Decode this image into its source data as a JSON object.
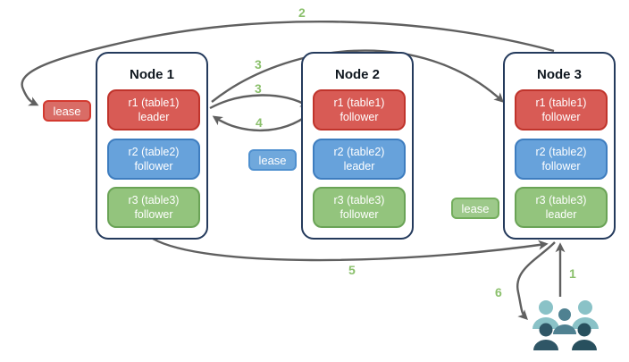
{
  "nodes": [
    {
      "title": "Node 1",
      "replicas": [
        {
          "line1": "r1 (table1)",
          "line2": "leader",
          "color": "red"
        },
        {
          "line1": "r2 (table2)",
          "line2": "follower",
          "color": "blue"
        },
        {
          "line1": "r3 (table3)",
          "line2": "follower",
          "color": "green"
        }
      ]
    },
    {
      "title": "Node 2",
      "replicas": [
        {
          "line1": "r1 (table1)",
          "line2": "follower",
          "color": "red"
        },
        {
          "line1": "r2 (table2)",
          "line2": "leader",
          "color": "blue"
        },
        {
          "line1": "r3 (table3)",
          "line2": "follower",
          "color": "green"
        }
      ]
    },
    {
      "title": "Node 3",
      "replicas": [
        {
          "line1": "r1 (table1)",
          "line2": "follower",
          "color": "red"
        },
        {
          "line1": "r2 (table2)",
          "line2": "follower",
          "color": "blue"
        },
        {
          "line1": "r3 (table3)",
          "line2": "leader",
          "color": "green"
        }
      ]
    }
  ],
  "leases": {
    "red": "lease",
    "blue": "lease",
    "green": "lease"
  },
  "steps": {
    "1": "1",
    "2": "2",
    "3a": "3",
    "3b": "3",
    "4": "4",
    "5": "5",
    "6": "6"
  },
  "icons": {
    "users": "users-group-icon"
  },
  "colors": {
    "replica_red": "#d85b55",
    "replica_red_border": "#c0342c",
    "replica_blue": "#67a2db",
    "replica_blue_border": "#3e7dbf",
    "replica_green": "#93c47d",
    "replica_green_border": "#6aa356",
    "node_border": "#243a5c",
    "arrow": "#606060",
    "step_label": "#8bc06c",
    "users_light": "#8ac2c7",
    "users_mid": "#4f8191",
    "users_dark1": "#2f5666",
    "users_dark2": "#28505e"
  }
}
